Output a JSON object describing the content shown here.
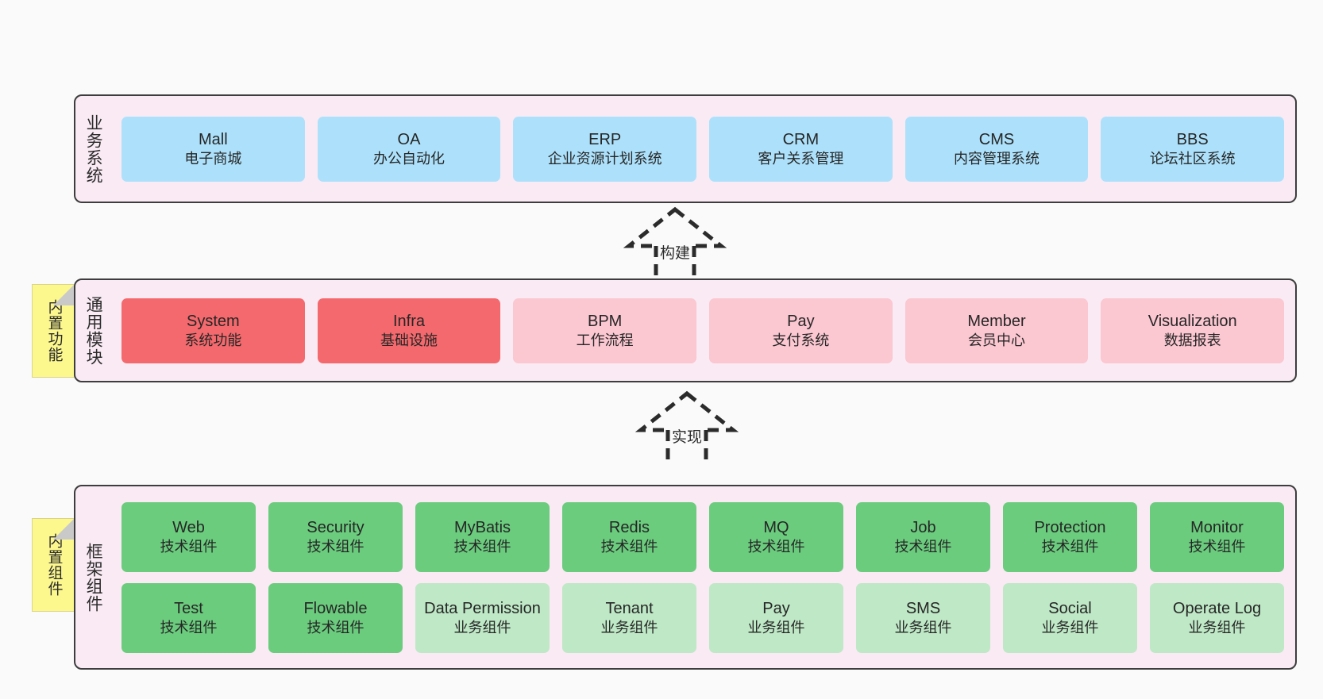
{
  "layers": [
    {
      "id": "business-system",
      "title": "业务系统",
      "cards": [
        {
          "title": "Mall",
          "sub": "电子商城",
          "color": "#ade1fb"
        },
        {
          "title": "OA",
          "sub": "办公自动化",
          "color": "#ade1fb"
        },
        {
          "title": "ERP",
          "sub": "企业资源计划系统",
          "color": "#ade1fb"
        },
        {
          "title": "CRM",
          "sub": "客户关系管理",
          "color": "#ade1fb"
        },
        {
          "title": "CMS",
          "sub": "内容管理系统",
          "color": "#ade1fb"
        },
        {
          "title": "BBS",
          "sub": "论坛社区系统",
          "color": "#ade1fb"
        }
      ]
    },
    {
      "id": "common-module",
      "title": "通用模块",
      "note": "内置功能",
      "cards": [
        {
          "title": "System",
          "sub": "系统功能",
          "color": "#f4696d"
        },
        {
          "title": "Infra",
          "sub": "基础设施",
          "color": "#f4696d"
        },
        {
          "title": "BPM",
          "sub": "工作流程",
          "color": "#fbc7d1"
        },
        {
          "title": "Pay",
          "sub": "支付系统",
          "color": "#fbc7d1"
        },
        {
          "title": "Member",
          "sub": "会员中心",
          "color": "#fbc7d1"
        },
        {
          "title": "Visualization",
          "sub": "数据报表",
          "color": "#fbc7d1"
        }
      ]
    },
    {
      "id": "framework-component",
      "title": "框架组件",
      "note": "内置组件",
      "cards_row1": [
        {
          "title": "Web",
          "sub": "技术组件",
          "color": "#6bcc7e"
        },
        {
          "title": "Security",
          "sub": "技术组件",
          "color": "#6bcc7e"
        },
        {
          "title": "MyBatis",
          "sub": "技术组件",
          "color": "#6bcc7e"
        },
        {
          "title": "Redis",
          "sub": "技术组件",
          "color": "#6bcc7e"
        },
        {
          "title": "MQ",
          "sub": "技术组件",
          "color": "#6bcc7e"
        },
        {
          "title": "Job",
          "sub": "技术组件",
          "color": "#6bcc7e"
        },
        {
          "title": "Protection",
          "sub": "技术组件",
          "color": "#6bcc7e"
        },
        {
          "title": "Monitor",
          "sub": "技术组件",
          "color": "#6bcc7e"
        }
      ],
      "cards_row2": [
        {
          "title": "Test",
          "sub": "技术组件",
          "color": "#6bcc7e"
        },
        {
          "title": "Flowable",
          "sub": "技术组件",
          "color": "#6bcc7e"
        },
        {
          "title": "Data Permission",
          "sub": "业务组件",
          "color": "#bfe8c6"
        },
        {
          "title": "Tenant",
          "sub": "业务组件",
          "color": "#bfe8c6"
        },
        {
          "title": "Pay",
          "sub": "业务组件",
          "color": "#bfe8c6"
        },
        {
          "title": "SMS",
          "sub": "业务组件",
          "color": "#bfe8c6"
        },
        {
          "title": "Social",
          "sub": "业务组件",
          "color": "#bfe8c6"
        },
        {
          "title": "Operate Log",
          "sub": "业务组件",
          "color": "#bfe8c6"
        }
      ]
    }
  ],
  "connectors": [
    {
      "id": "build",
      "label": "构建"
    },
    {
      "id": "implement",
      "label": "实现"
    }
  ],
  "colors": {
    "panel_bg": "#f9eaf4",
    "panel_border": "#3d3d3d",
    "note_bg": "#fcf88e",
    "canvas_bg": "#fafafa",
    "blue": "#ade1fb",
    "red": "#f4696d",
    "pink": "#fbc7d1",
    "green": "#6bcc7e",
    "green_light": "#bfe8c6"
  }
}
